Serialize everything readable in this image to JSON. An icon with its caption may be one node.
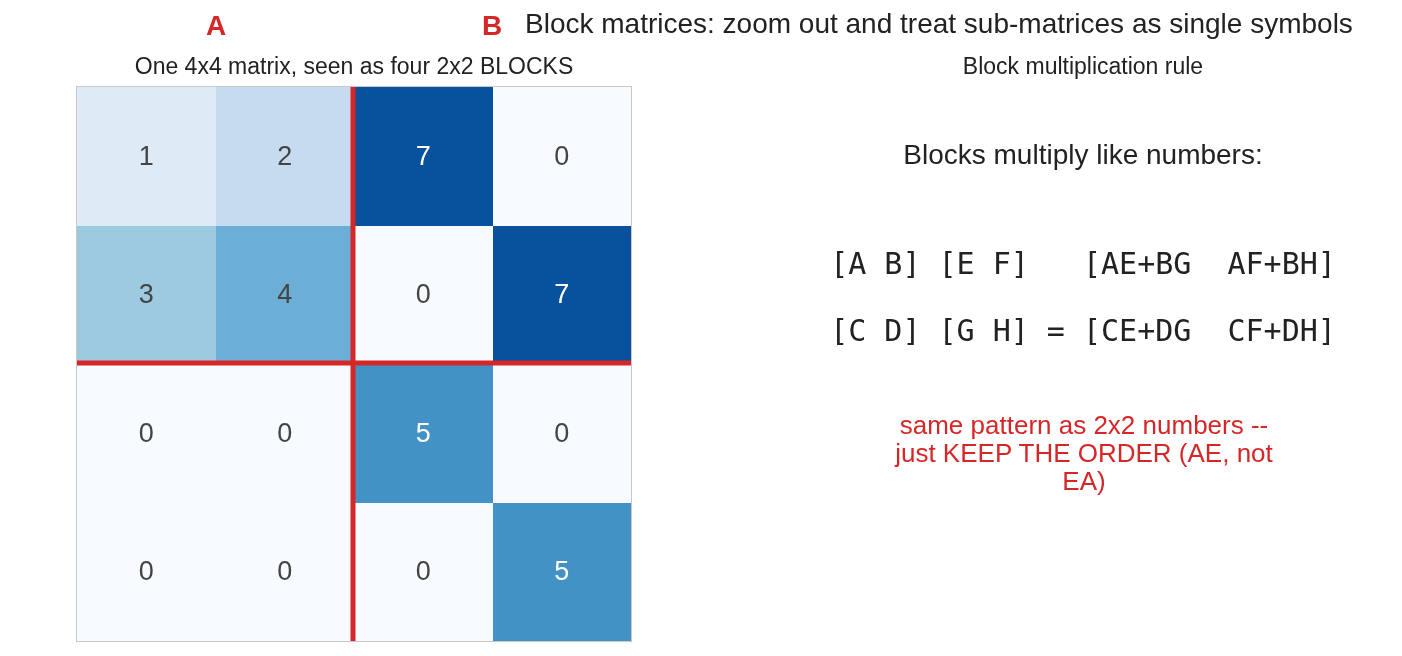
{
  "diagram": {
    "title": "Block matrices: zoom out and treat sub-matrices as single symbols",
    "labels": [
      "A",
      "B",
      "One 4x4 matrix, seen as four 2x2 BLOCKS",
      "Block multiplication rule",
      "1",
      "2",
      "7",
      "0",
      "3",
      "4",
      "0",
      "7",
      "0",
      "0",
      "5",
      "0",
      "0",
      "0",
      "0",
      "5",
      "Blocks multiply like numbers:",
      "[A B] [E F]   [AE+BG  AF+BH]",
      "[C D] [G H] = [CE+DG  CF+DH]",
      "same pattern as 2x2 numbers -- just KEEP THE ORDER (AE, not EA)"
    ]
  }
}
